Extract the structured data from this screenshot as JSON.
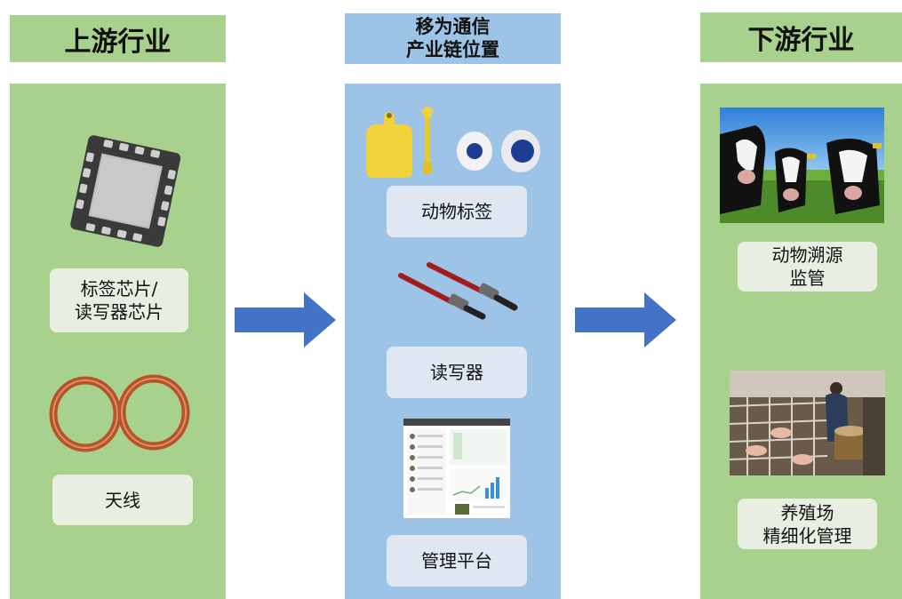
{
  "upstream": {
    "title": "上游行业",
    "items": [
      {
        "label": "标签芯片/\n读写器芯片"
      },
      {
        "label": "天线"
      }
    ]
  },
  "midstream": {
    "title_line1": "移为通信",
    "title_line2": "产业链位置",
    "items": [
      {
        "label": "动物标签"
      },
      {
        "label": "读写器"
      },
      {
        "label": "管理平台"
      }
    ]
  },
  "downstream": {
    "title": "下游行业",
    "items": [
      {
        "label": "动物溯源\n监管"
      },
      {
        "label": "养殖场\n精细化管理"
      }
    ]
  },
  "colors": {
    "green": "#a9d18e",
    "blue": "#9dc3e6",
    "arrow": "#4472c4"
  }
}
